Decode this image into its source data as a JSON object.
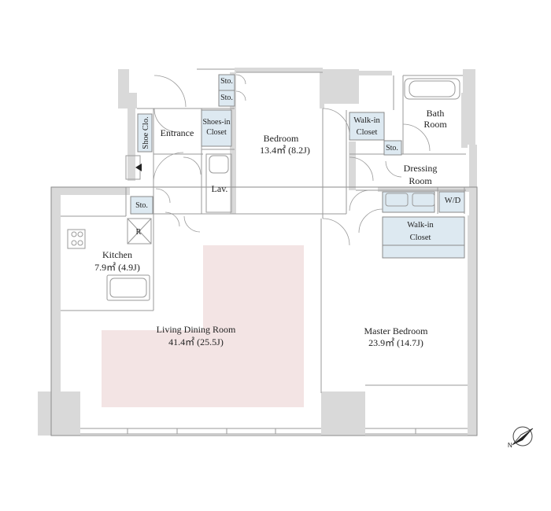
{
  "rooms": {
    "bedroom": {
      "name": "Bedroom",
      "area": "13.4㎡ (8.2J)"
    },
    "living": {
      "name": "Living Dining Room",
      "area": "41.4㎡ (25.5J)"
    },
    "kitchen": {
      "name": "Kitchen",
      "area": "7.9㎡ (4.9J)"
    },
    "master": {
      "name": "Master Bedroom",
      "area": "23.9㎡ (14.7J)"
    },
    "entrance": {
      "name": "Entrance"
    },
    "shoe_closet": {
      "name": "Shoe Clo."
    },
    "shoes_in_closet": {
      "line1": "Shoes-in",
      "line2": "Closet"
    },
    "lavatory": {
      "name": "Lav."
    },
    "walk_in_closet_1": {
      "line1": "Walk-in",
      "line2": "Closet"
    },
    "walk_in_closet_2": {
      "line1": "Walk-in",
      "line2": "Closet"
    },
    "bath": {
      "line1": "Bath",
      "line2": "Room"
    },
    "dressing": {
      "line1": "Dressing",
      "line2": "Room"
    },
    "storage_labels": {
      "top1": "Sto.",
      "top2": "Sto.",
      "bath_side": "Sto.",
      "entrance_side": "Sto."
    },
    "washer_dryer": "W/D",
    "refrigerator": "R"
  },
  "compass": {
    "icon": "north-arrow-icon"
  },
  "colors": {
    "wall": "#d9d9d9",
    "closet": "#dde9f1",
    "living_highlight": "#f3e4e4"
  }
}
